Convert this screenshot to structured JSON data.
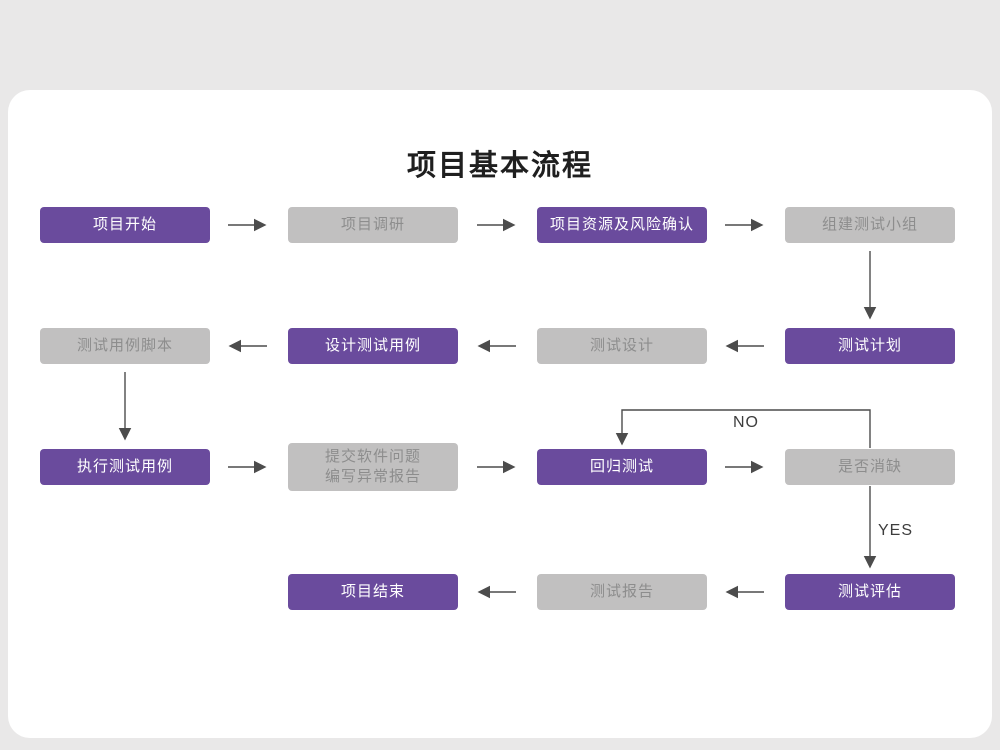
{
  "title": "项目基本流程",
  "colors": {
    "purple_node": "#6a4b9d",
    "gray_node": "#c1c0c0",
    "gray_node_text": "#8d8d8d",
    "arrow": "#4c4c4c",
    "card_background": "#ffffff",
    "page_background": "#e9e8e8"
  },
  "nodes": [
    {
      "label": "项目开始",
      "type": "purple"
    },
    {
      "label": "项目调研",
      "type": "gray"
    },
    {
      "label": "项目资源及风险确认",
      "type": "purple"
    },
    {
      "label": "组建测试小组",
      "type": "gray"
    },
    {
      "label": "测试用例脚本",
      "type": "gray"
    },
    {
      "label": "设计测试用例",
      "type": "purple"
    },
    {
      "label": "测试设计",
      "type": "gray"
    },
    {
      "label": "测试计划",
      "type": "purple"
    },
    {
      "label": "执行测试用例",
      "type": "purple"
    },
    {
      "label": "提交软件问题\n编写异常报告",
      "type": "gray"
    },
    {
      "label": "回归测试",
      "type": "purple"
    },
    {
      "label": "是否消缺",
      "type": "gray"
    },
    {
      "label": "项目结束",
      "type": "purple"
    },
    {
      "label": "测试报告",
      "type": "gray"
    },
    {
      "label": "测试评估",
      "type": "purple"
    }
  ],
  "edge_labels": {
    "no": "NO",
    "yes": "YES"
  }
}
